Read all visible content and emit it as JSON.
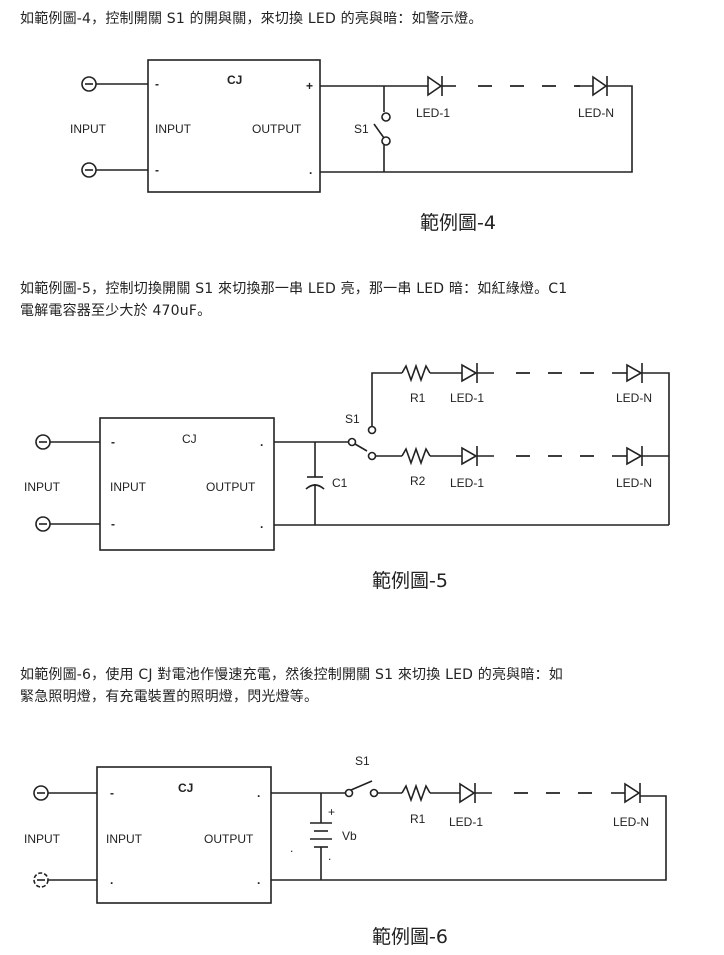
{
  "paragraphs": {
    "example4": "如範例圖-4，控制開關 S1 的開與關，來切換 LED 的亮與暗：如警示燈。",
    "example5_line1": "如範例圖-5，控制切換開關 S1 來切換那一串 LED 亮，那一串 LED 暗：如紅綠燈。C1",
    "example5_line2": "電解電容器至少大於 470uF。",
    "example6_line1": "如範例圖-6，使用 CJ 對電池作慢速充電，然後控制開關 S1 來切換 LED 的亮與暗：如",
    "example6_line2": "緊急照明燈，有充電裝置的照明燈，閃光燈等。"
  },
  "captions": {
    "fig4": "範例圖-4",
    "fig5": "範例圖-5",
    "fig6": "範例圖-6"
  },
  "labels": {
    "module": "CJ",
    "input_outer": "INPUT",
    "input_inner": "INPUT",
    "output_inner": "OUTPUT",
    "minus": "-",
    "plus": "+",
    "switch": "S1",
    "capacitor": "C1",
    "battery": "Vb",
    "resistor1": "R1",
    "resistor2": "R2",
    "led_first": "LED-1",
    "led_last": "LED-N"
  }
}
